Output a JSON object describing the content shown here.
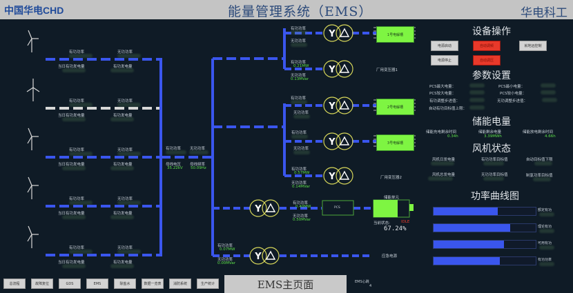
{
  "header": {
    "logo": "中国华电CHD",
    "title": "能量管理系统（EMS）",
    "brand": "华电科工"
  },
  "wind_turbines": [
    {
      "active_power_label": "有功功率",
      "reactive_power_label": "无功功率",
      "daily_gen_label": "当日有功发电量",
      "gen_label": "有功发电量",
      "line_state": "active"
    },
    {
      "active_power_label": "有功功率",
      "reactive_power_label": "无功功率",
      "daily_gen_label": "当日有功发电量",
      "gen_label": "有功发电量",
      "line_state": "inactive"
    },
    {
      "active_power_label": "有功功率",
      "reactive_power_label": "无功功率",
      "daily_gen_label": "当日有功发电量",
      "gen_label": "有功发电量",
      "line_state": "active"
    },
    {
      "active_power_label": "有功功率",
      "reactive_power_label": "无功功率",
      "daily_gen_label": "当日有功发电量",
      "gen_label": "有功发电量",
      "line_state": "active"
    },
    {
      "active_power_label": "有功功率",
      "reactive_power_label": "无功功率",
      "daily_gen_label": "当日有功发电量",
      "gen_label": "有功发电量",
      "line_state": "active"
    }
  ],
  "bus": {
    "active_power_label": "有功功率",
    "reactive_power_label": "无功功率",
    "voltage_label": "母线电压",
    "voltage_value": "35.22kV",
    "frequency_label": "母线频率",
    "frequency_value": "50.09Hz"
  },
  "branches": [
    {
      "active_label": "有功功率",
      "active_value": "",
      "reactive_label": "无功功率",
      "reactive_value": "",
      "device": "1号电解槽"
    },
    {
      "active_label": "有功功率",
      "active_value": "0.21MW",
      "reactive_label": "无功功率",
      "reactive_value": "0.13MVar",
      "device": "厂用变压器1"
    },
    {
      "active_label": "有功功率",
      "active_value": "",
      "reactive_label": "无功功率",
      "reactive_value": "",
      "device": "2号电解槽"
    },
    {
      "active_label": "有功功率",
      "active_value": "",
      "reactive_label": "无功功率",
      "reactive_value": "",
      "device": "3号电解槽"
    },
    {
      "active_label": "有功功率",
      "active_value": "0.57MW",
      "reactive_label": "无功功率",
      "reactive_value": "0.14MVar",
      "device": "厂用变压器2"
    },
    {
      "active_label": "有功功率",
      "active_value": "0.40MW",
      "reactive_label": "无功功率",
      "reactive_value": "0.50MVar",
      "device": "PCS"
    },
    {
      "active_label": "有功功率",
      "active_value": "0.07MW",
      "reactive_label": "无功功率",
      "reactive_value": "0.00MVar",
      "device": "应急电源"
    }
  ],
  "storage": {
    "title": "储能单元",
    "state_label": "当前状态:",
    "state_value": "IDLE",
    "soc_percent": 67.24,
    "soc_text": "67.24%"
  },
  "device_ops": {
    "title": "设备操作",
    "buttons": [
      {
        "label": "电源启动",
        "style": "gray"
      },
      {
        "label": "自动调频",
        "style": "red"
      },
      {
        "label": "就地远控制",
        "style": "gray"
      },
      {
        "label": "电源停止",
        "style": "gray"
      },
      {
        "label": "自动调压",
        "style": "red"
      }
    ]
  },
  "params": {
    "title": "参数设置",
    "items": [
      {
        "label": "PCS最大电量："
      },
      {
        "label": "PCS最小电量："
      },
      {
        "label": "PCS较大电量："
      },
      {
        "label": "PCS较小电量："
      },
      {
        "label": "有功调整步进值："
      },
      {
        "label": "无功调整步进值："
      },
      {
        "label": "自动有功目标值上限："
      }
    ]
  },
  "storage_energy": {
    "title": "储能电量",
    "items": [
      {
        "label": "储能充电剩余时间",
        "value": "0.34h"
      },
      {
        "label": "储能剩余电量",
        "value": "3.39MWh"
      },
      {
        "label": "储能放电剩余时间",
        "value": "4.66h"
      }
    ]
  },
  "wind_status": {
    "title": "风机状态",
    "items": [
      {
        "label": "风机日发电量"
      },
      {
        "label": "有功功率目标值"
      },
      {
        "label": "自动目标值下限"
      },
      {
        "label": "风机总发电量"
      },
      {
        "label": "无功功率目标值"
      },
      {
        "label": "制氢功率目标值"
      }
    ]
  },
  "power_curve": {
    "title": "功率曲线图",
    "bars": [
      {
        "label": "额定有功",
        "fill_pct": 63
      },
      {
        "label": "理论有功",
        "fill_pct": 75
      },
      {
        "label": "可用有功",
        "fill_pct": 69
      },
      {
        "label": "有功功率",
        "fill_pct": 65
      }
    ]
  },
  "nav": {
    "buttons": [
      "总流程",
      "故障复位",
      "GDS",
      "EMS",
      "除盐水",
      "数据一览表",
      "消防系统",
      "生产统计"
    ],
    "current_page": "EMS主页面",
    "heartbeat_label": "EMS心跳",
    "heartbeat_value": "4"
  },
  "colors": {
    "active_line": "#3a56ee",
    "inactive_line": "#d8d8d8",
    "device_green": "#7ef542",
    "alarm_red": "#e8392a",
    "transformer_ring": "#d6d65a",
    "value_green": "#5ee04a"
  }
}
